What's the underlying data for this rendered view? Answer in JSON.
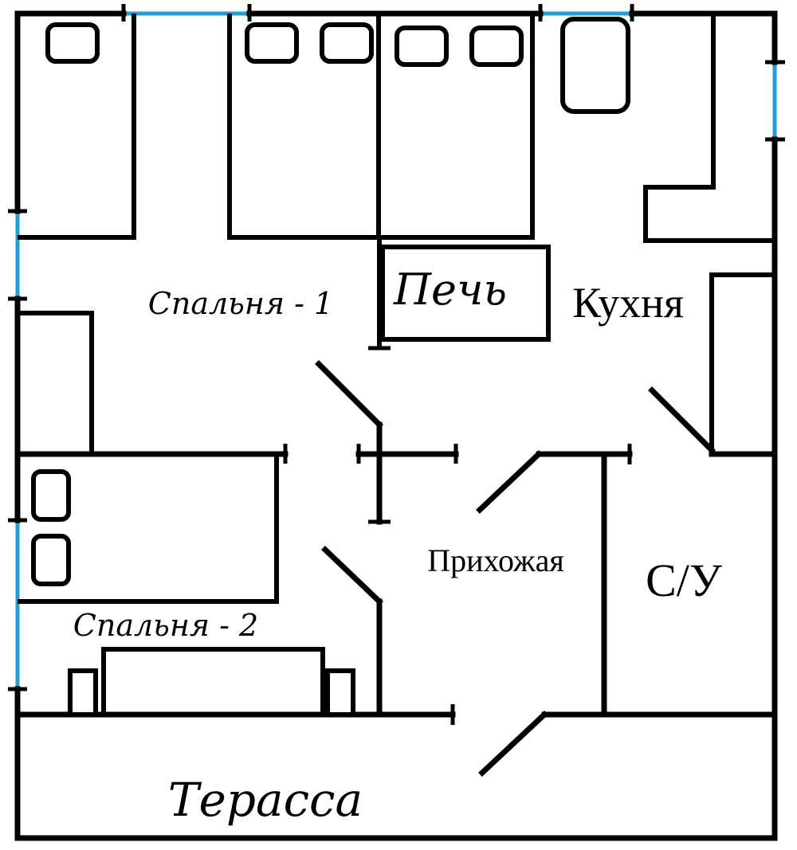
{
  "plan": {
    "rooms": {
      "bedroom1": "Спальня - 1",
      "stove": "Печь",
      "kitchen": "Кухня",
      "hallway": "Прихожая",
      "bathroom": "С/У",
      "bedroom2": "Спальня - 2",
      "terrace": "Терасса"
    },
    "colors": {
      "walls": "#000000",
      "windows": "#1f9ed8",
      "background": "#ffffff"
    }
  }
}
